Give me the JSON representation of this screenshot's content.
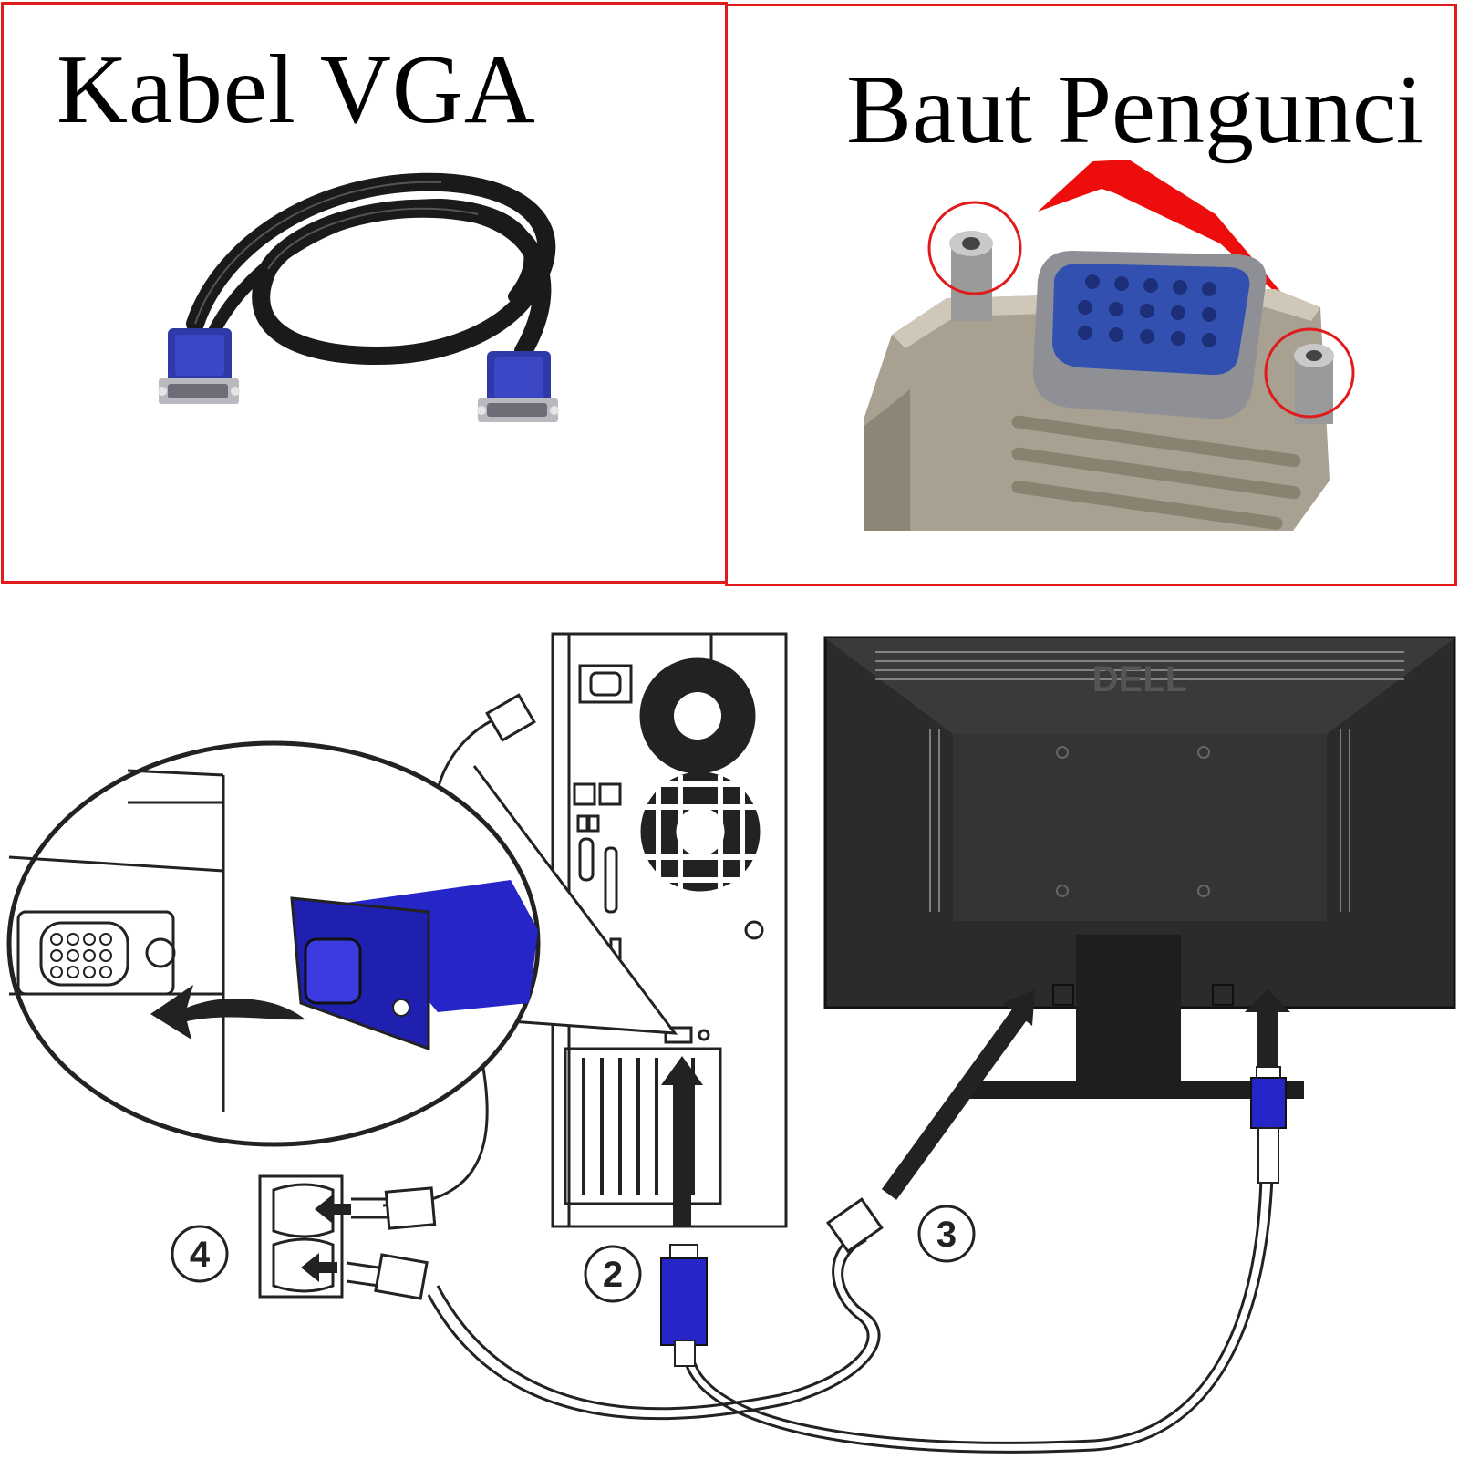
{
  "panels": {
    "left": {
      "title": "Kabel VGA"
    },
    "right": {
      "title": "Baut Pengunci"
    }
  },
  "diagram": {
    "brand": "DELL",
    "steps": [
      "2",
      "3",
      "4"
    ]
  },
  "colors": {
    "frame": "#e01b1b",
    "connector_blue": "#2b2bd0",
    "monitor": "#2b2b2b",
    "pointer": "#ee0d0d"
  }
}
